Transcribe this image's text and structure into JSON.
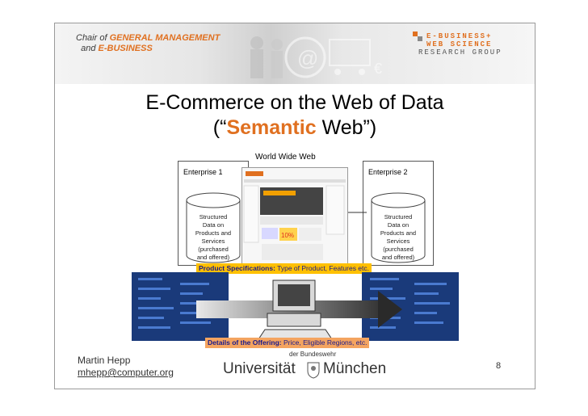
{
  "header": {
    "chair_line1_prefix": "Chair of",
    "chair_line1_strong": "GENERAL MANAGEMENT",
    "chair_line2_prefix": "and",
    "chair_line2_strong": "E-BUSINESS",
    "group_line1": "E-BUSINESS+",
    "group_line2": "WEB SCIENCE",
    "group_line3": "RESEARCH GROUP"
  },
  "title": {
    "line1": "E-Commerce on the Web of Data",
    "line2_open": "(“",
    "line2_emph": "Semantic",
    "line2_rest": " Web”)"
  },
  "diagram": {
    "www_label": "World Wide Web",
    "enterprise1": {
      "label": "Enterprise 1",
      "db_text": [
        "Structured",
        "Data on",
        "Products and",
        "Services",
        "(purchased",
        "and offered)"
      ]
    },
    "enterprise2": {
      "label": "Enterprise 2",
      "db_text": [
        "Structured",
        "Data on",
        "Products and",
        "Services",
        "(purchased",
        "and offered)"
      ]
    },
    "spec_bar": {
      "strong": "Product Specifications:",
      "rest": " Type of Product, Features etc."
    },
    "offer_bar": {
      "strong": "Details of the Offering:",
      "rest": " Price, Eligible Regions, etc."
    }
  },
  "footer": {
    "author": "Martin Hepp",
    "email": "mhepp@computer.org",
    "uni_small": "der Bundeswehr",
    "uni_word1": "Universität",
    "uni_word2": "München",
    "page_number": "8"
  },
  "colors": {
    "accent": "#e07020",
    "spec_bar": "#ffc000",
    "offer_bar": "#f4a460",
    "bar_text": "#1a1a8c"
  }
}
